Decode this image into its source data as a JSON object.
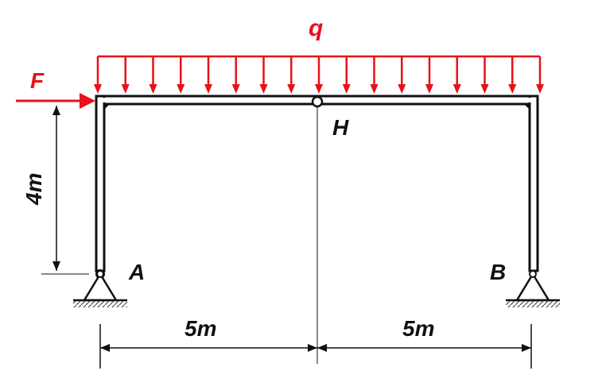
{
  "labels": {
    "load_q": "q",
    "force_f": "F",
    "hinge_h": "H",
    "support_a": "A",
    "support_b": "B",
    "height": "4m",
    "span_left": "5m",
    "span_right": "5m"
  },
  "load": {
    "arrow_count": 17
  },
  "colors": {
    "load": "#e8101a",
    "structure": "#111111"
  }
}
